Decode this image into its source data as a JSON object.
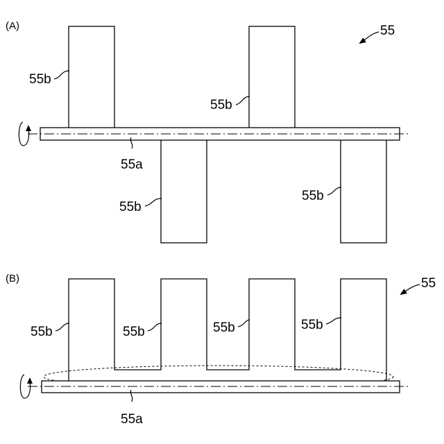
{
  "figure_a": {
    "panel_label": "(A)",
    "ref_label": "55",
    "axis_label": "55a",
    "fin_labels": [
      "55b",
      "55b",
      "55b",
      "55b"
    ]
  },
  "figure_b": {
    "panel_label": "(B)",
    "ref_label": "55",
    "axis_label": "55a",
    "fin_labels": [
      "55b",
      "55b",
      "55b",
      "55b"
    ]
  }
}
